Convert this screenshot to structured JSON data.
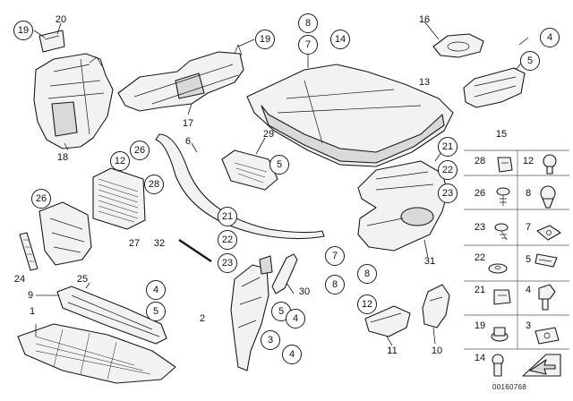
{
  "diagram": {
    "catalog_number": "00160768",
    "callouts_circled": [
      "19",
      "19",
      "8",
      "7",
      "14",
      "4",
      "5",
      "26",
      "12",
      "28",
      "26",
      "5",
      "21",
      "22",
      "23",
      "21",
      "22",
      "23",
      "7",
      "8",
      "4",
      "5",
      "5",
      "4",
      "4",
      "3",
      "8",
      "12"
    ],
    "labels_plain": [
      "20",
      "16",
      "13",
      "17",
      "18",
      "6",
      "29",
      "15",
      "27",
      "32",
      "31",
      "24",
      "25",
      "9",
      "1",
      "2",
      "30",
      "11",
      "10"
    ],
    "legend": [
      {
        "number": "28",
        "icon": "clip-nut-icon"
      },
      {
        "number": "12",
        "icon": "push-rivet-icon"
      },
      {
        "number": "26",
        "icon": "screw-collar-icon"
      },
      {
        "number": "8",
        "icon": "expanding-rivet-icon"
      },
      {
        "number": "23",
        "icon": "self-tapping-screw-icon"
      },
      {
        "number": "7",
        "icon": "square-nut-icon"
      },
      {
        "number": "22",
        "icon": "washer-icon"
      },
      {
        "number": "5",
        "icon": "spring-clip-icon"
      },
      {
        "number": "21",
        "icon": "clamp-nut-icon"
      },
      {
        "number": "4",
        "icon": "hex-bolt-icon"
      },
      {
        "number": "19",
        "icon": "flange-nut-icon"
      },
      {
        "number": "3",
        "icon": "cage-nut-icon"
      },
      {
        "number": "14",
        "icon": "fillister-screw-icon"
      }
    ]
  }
}
